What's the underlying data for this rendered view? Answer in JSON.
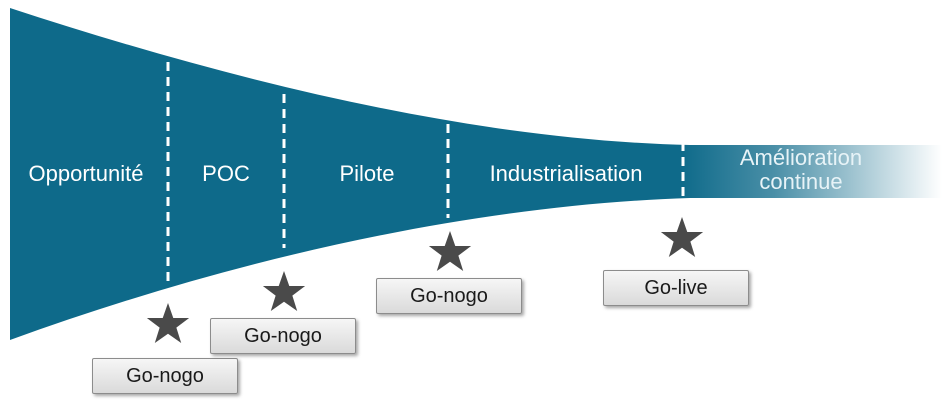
{
  "phases": [
    {
      "label": "Opportunité"
    },
    {
      "label": "POC"
    },
    {
      "label": "Pilote"
    },
    {
      "label": "Industrialisation"
    },
    {
      "label": "Amélioration continue"
    }
  ],
  "gates": [
    {
      "label": "Go-nogo",
      "icon": "star-icon"
    },
    {
      "label": "Go-nogo",
      "icon": "star-icon"
    },
    {
      "label": "Go-nogo",
      "icon": "star-icon"
    },
    {
      "label": "Go-live",
      "icon": "star-icon"
    }
  ],
  "colors": {
    "funnel": "#0e6a8a",
    "divider": "#ffffff",
    "star": "#4a4a4a",
    "gate_text": "#1a1a1a"
  }
}
